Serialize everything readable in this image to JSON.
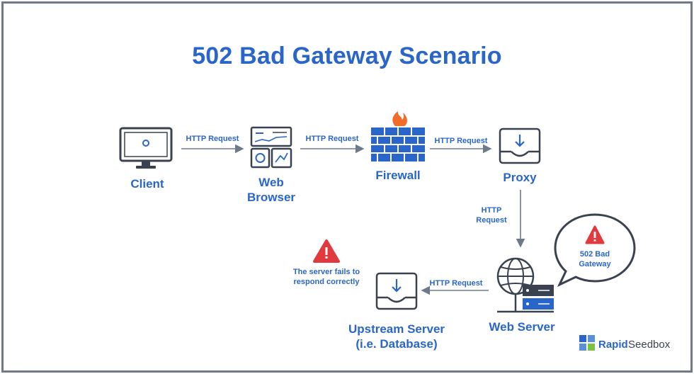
{
  "diagram": {
    "title": "502 Bad Gateway Scenario",
    "nodes": {
      "client": "Client",
      "web_browser": "Web\nBrowser",
      "firewall": "Firewall",
      "proxy": "Proxy",
      "web_server": "Web Server",
      "upstream_server": "Upstream Server\n(i.e. Database)"
    },
    "edges": {
      "client_to_browser": "HTTP Request",
      "browser_to_firewall": "HTTP Request",
      "firewall_to_proxy": "HTTP Request",
      "proxy_to_webserver": "HTTP\nRequest",
      "webserver_to_upstream": "HTTP Request"
    },
    "warning_text": "The server fails to\nrespond correctly",
    "bubble_text": "502 Bad\nGateway"
  },
  "logo": {
    "part1": "Rapid",
    "part2": "Seedbox"
  },
  "colors": {
    "primary_blue": "#2a66c9",
    "dark_outline": "#3a4250",
    "accent_red": "#e0393e",
    "flame_orange": "#f26b2a",
    "arrow_gray": "#6e7a89",
    "frame_gray": "#6e7a89"
  }
}
